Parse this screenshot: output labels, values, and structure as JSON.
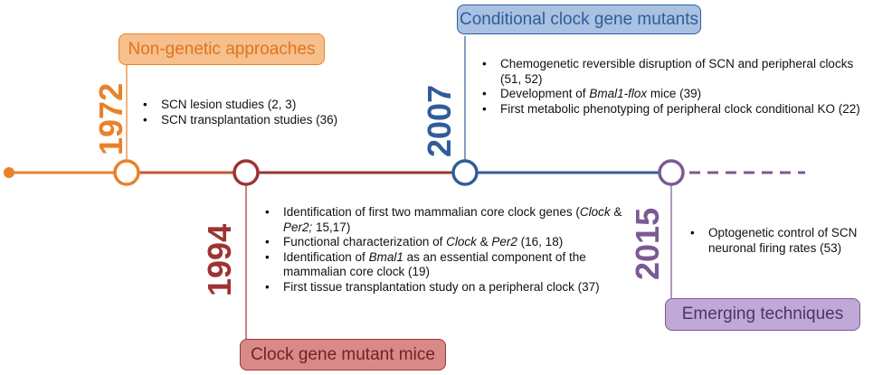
{
  "colors": {
    "orange": "#e8822a",
    "red": "#9b3433",
    "blue": "#2f5d9a",
    "purple": "#7b5a93"
  },
  "boxes": {
    "non_genetic": "Non-genetic approaches",
    "clock_mutant": "Clock gene mutant mice",
    "conditional": "Conditional clock gene mutants",
    "emerging": "Emerging techniques"
  },
  "years": {
    "y1972": "1972",
    "y1994": "1994",
    "y2007": "2007",
    "y2015": "2015"
  },
  "bullets_1972": [
    "SCN lesion studies (2, 3)",
    "SCN transplantation studies (36)"
  ],
  "bullets_1994": {
    "b1": {
      "pre": "Identification of first two mammalian core clock genes (",
      "clock": "Clock",
      "amp": " & ",
      "per2": "Per2;",
      "post": " 15,17)"
    },
    "b2": {
      "pre": "Functional characterization of ",
      "clock": "Clock",
      "amp": " & ",
      "per2": "Per2",
      "post": " (16, 18)"
    },
    "b3": {
      "pre": "Identification of ",
      "gene": "Bmal1",
      "post": " as an essential component of the mammalian core clock (19)"
    },
    "b4": "First tissue transplantation study on a peripheral clock (37)"
  },
  "bullets_2007": {
    "b1": "Chemogenetic reversible disruption of SCN and peripheral clocks (51, 52)",
    "b2": {
      "pre": "Development of ",
      "gene": "Bmal1-flox",
      "post": " mice (39)"
    },
    "b3": "First metabolic phenotyping of peripheral clock conditional KO (22)"
  },
  "bullets_2015": [
    "Optogenetic control of SCN neuronal firing rates (53)"
  ]
}
